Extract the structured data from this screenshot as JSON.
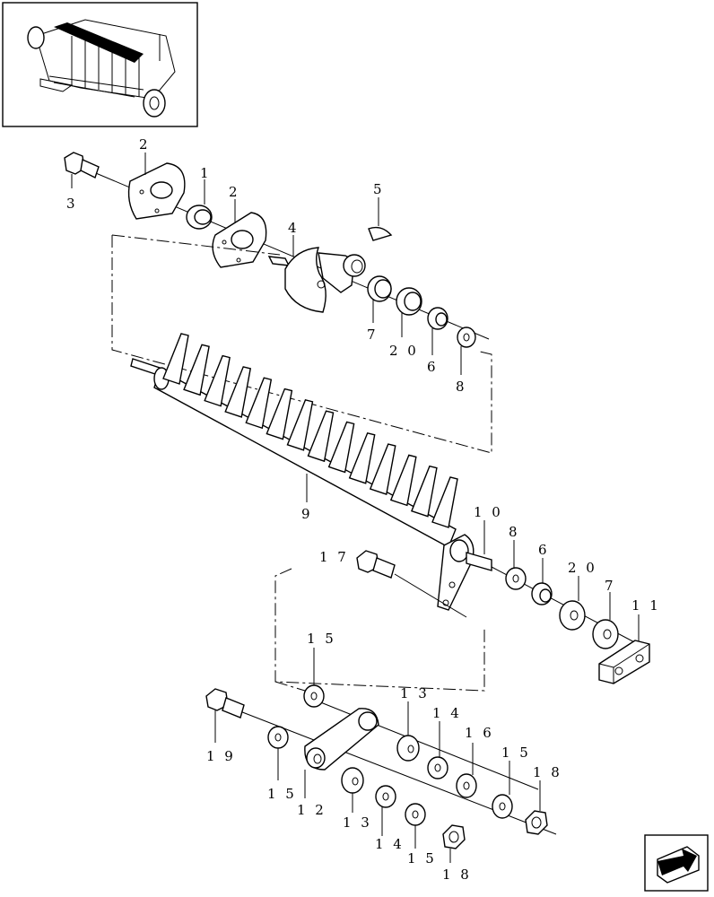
{
  "labels": {
    "l1": "1",
    "l2a": "2",
    "l2b": "2",
    "l3": "3",
    "l4": "4",
    "l5": "5",
    "l6a": "6",
    "l6b": "6",
    "l7a": "7",
    "l7b": "7",
    "l8a": "8",
    "l8b": "8",
    "l9": "9",
    "l10": "1 0",
    "l11": "1 1",
    "l12": "1 2",
    "l13a": "1 3",
    "l13b": "1 3",
    "l14a": "1 4",
    "l14b": "1 4",
    "l15a": "1 5",
    "l15b": "1 5",
    "l15c": "1 5",
    "l15d": "1 5",
    "l16": "1 6",
    "l17": "1 7",
    "l18a": "1 8",
    "l18b": "1 8",
    "l19": "1 9",
    "l20a": "2 0",
    "l20b": "2 0"
  },
  "icons": {
    "thumbnail": "baler-pickup-thumbnail",
    "nav": "arrow-next-page-icon"
  }
}
